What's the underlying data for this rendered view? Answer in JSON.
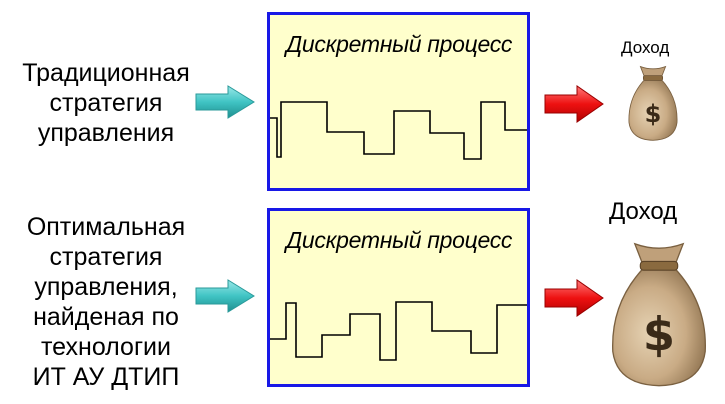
{
  "rows": [
    {
      "strategy_lines": [
        "Традиционная",
        "стратегия",
        "управления"
      ],
      "process_title": "Дискретный процесс",
      "income_label": "Доход"
    },
    {
      "strategy_lines": [
        "Оптимальная",
        "стратегия",
        "управления,",
        "найденая по",
        "технологии",
        "ИТ АУ ДТИП"
      ],
      "process_title": "Дискретный процесс",
      "income_label": "Доход"
    }
  ],
  "icons": {
    "input_arrow": "teal-arrow-icon",
    "output_arrow": "red-arrow-icon",
    "money_bag": "money-bag-icon"
  },
  "colors": {
    "box_border": "#1818e6",
    "box_fill": "#ffffcc",
    "input_arrow": "#40c4c4",
    "output_arrow": "#ee1111",
    "bag": "#c9ab85"
  }
}
